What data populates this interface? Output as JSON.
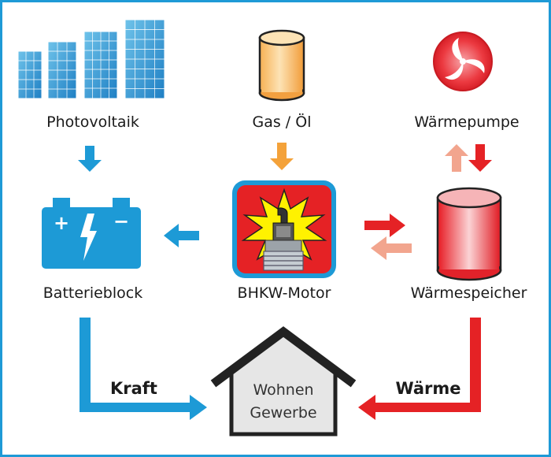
{
  "labels": {
    "photovoltaik": "Photovoltaik",
    "gas_oel": "Gas / Öl",
    "waermepumpe": "Wärmepumpe",
    "batterieblock": "Batterieblock",
    "bhkw_motor": "BHKW-Motor",
    "waermespeicher": "Wärmespeicher",
    "kraft": "Kraft",
    "waerme": "Wärme",
    "house_line1": "Wohnen",
    "house_line2": "Gewerbe"
  },
  "battery_terminals": {
    "plus": "+",
    "minus": "−"
  },
  "colors": {
    "blue": "#1d9ad6",
    "red": "#e52225",
    "light_red": "#f2a58e",
    "orange": "#f4a23a",
    "yellow": "#fff200",
    "frame": "#1e9ad6",
    "house_fill": "#e6e6e6",
    "house_stroke": "#222222"
  },
  "icons": [
    "solar-panel-icon",
    "gas-tank-icon",
    "heat-pump-fan-icon",
    "battery-icon",
    "spark-plug-icon",
    "heat-storage-tank-icon",
    "house-icon"
  ]
}
